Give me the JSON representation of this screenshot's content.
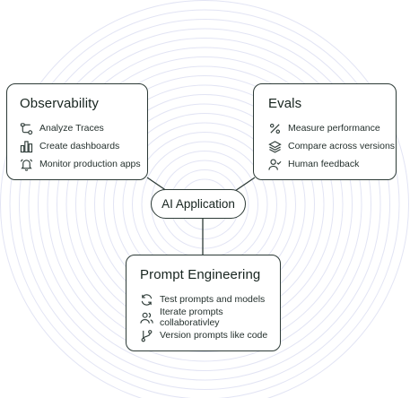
{
  "center": {
    "label": "AI Application"
  },
  "observability": {
    "title": "Observability",
    "items": [
      {
        "label": "Analyze Traces",
        "icon": "traces-icon"
      },
      {
        "label": "Create dashboards",
        "icon": "bar-chart-icon"
      },
      {
        "label": "Monitor production apps",
        "icon": "bell-icon"
      }
    ]
  },
  "evals": {
    "title": "Evals",
    "items": [
      {
        "label": "Measure performance",
        "icon": "percent-icon"
      },
      {
        "label": "Compare across versions",
        "icon": "layers-icon"
      },
      {
        "label": "Human feedback",
        "icon": "user-check-icon"
      }
    ]
  },
  "prompt_engineering": {
    "title": "Prompt Engineering",
    "items": [
      {
        "label": "Test prompts and models",
        "icon": "refresh-icon"
      },
      {
        "label": "Iterate prompts collaborativley",
        "icon": "users-icon"
      },
      {
        "label": "Version prompts like code",
        "icon": "git-branch-icon"
      }
    ]
  },
  "colors": {
    "stroke": "#2c3a36",
    "rings": "#e2e4f4",
    "text": "#1c2b28"
  }
}
